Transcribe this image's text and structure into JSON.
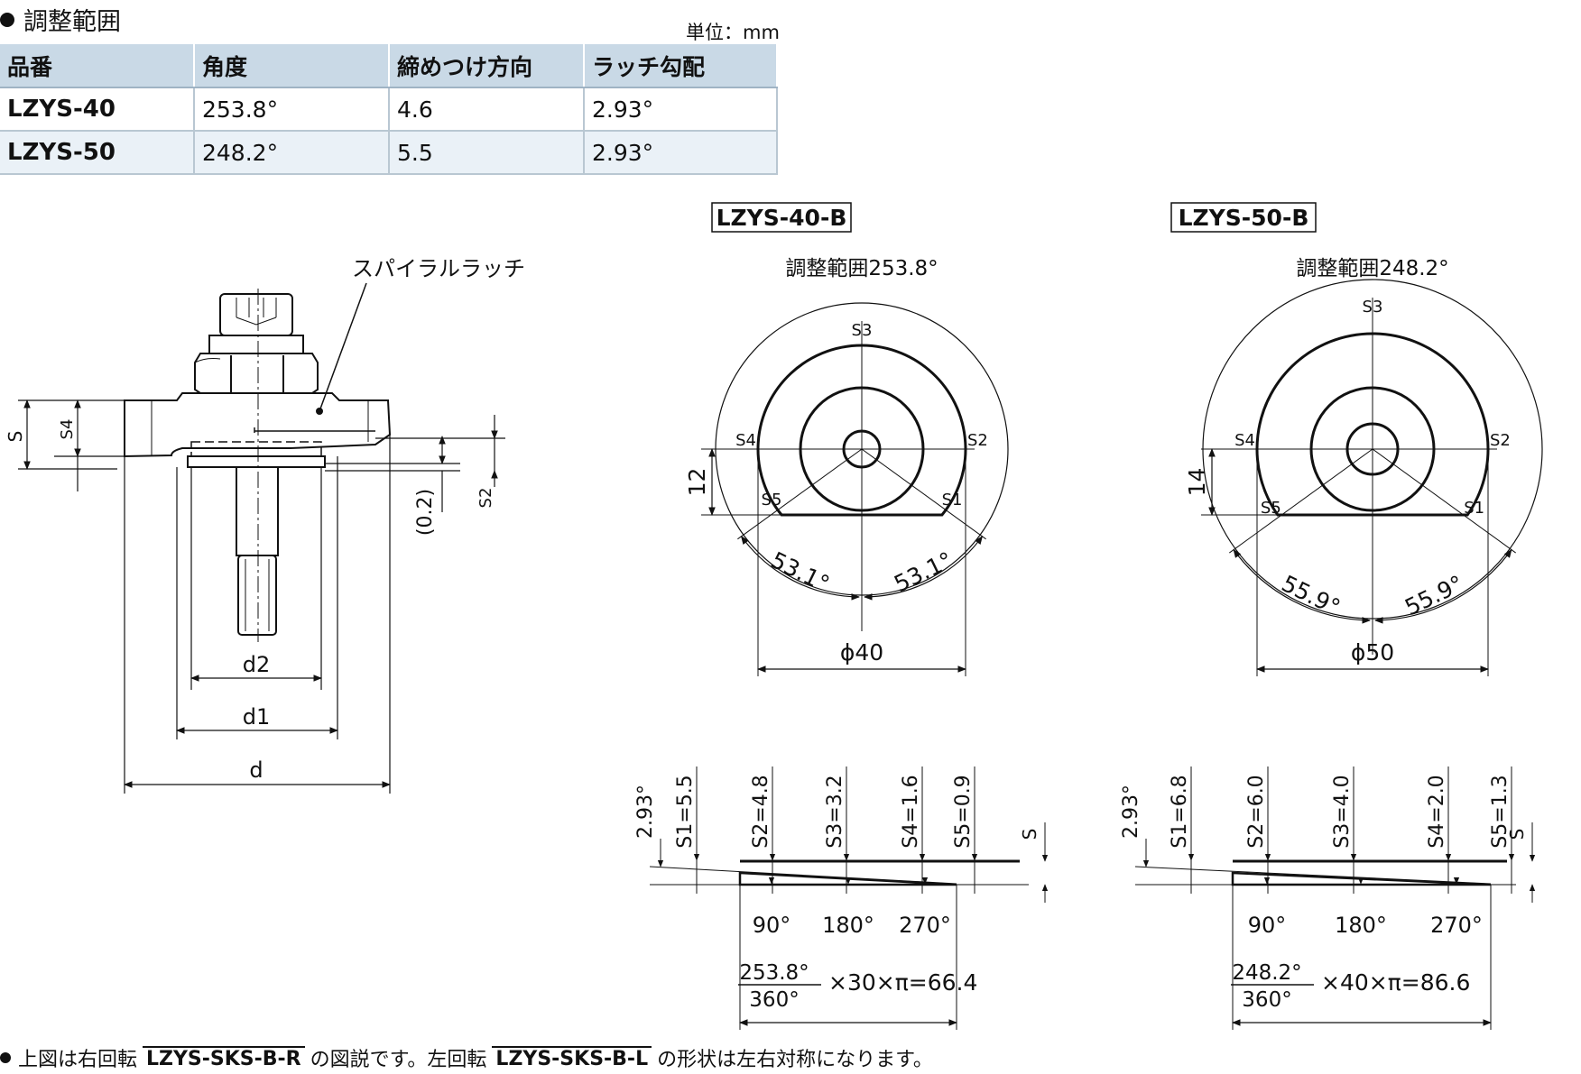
{
  "section": {
    "title": "調整範囲",
    "unit": "単位：mm"
  },
  "table": {
    "headers": [
      "品番",
      "角度",
      "締めつけ方向",
      "ラッチ勾配"
    ],
    "rows": [
      [
        "LZYS-40",
        "253.8°",
        "4.6",
        "2.93°"
      ],
      [
        "LZYS-50",
        "248.2°",
        "5.5",
        "2.93°"
      ]
    ]
  },
  "side_view": {
    "callout": "スパイラルラッチ",
    "labels": {
      "s": "S",
      "s4": "S4",
      "s2": "S2",
      "gap": "(0.2)",
      "d2": "d2",
      "d1": "d1",
      "d": "d"
    }
  },
  "views": [
    {
      "model": "LZYS-40-B",
      "range": "調整範囲253.8°",
      "s_labels": [
        "S1",
        "S2",
        "S3",
        "S4",
        "S5"
      ],
      "height_dim": "12",
      "angle_left": "53.1°",
      "angle_right": "53.1°",
      "diameter": "ϕ40",
      "slope_angle": "2.93°",
      "s_values": [
        "S1=5.5",
        "S2=4.8",
        "S3=3.2",
        "S4=1.6",
        "S5=0.9"
      ],
      "s_label": "S",
      "angle_ticks": [
        "90°",
        "180°",
        "270°"
      ],
      "formula_num": "253.8°",
      "formula_den": "360°",
      "formula_rest": "×30×π=66.4"
    },
    {
      "model": "LZYS-50-B",
      "range": "調整範囲248.2°",
      "s_labels": [
        "S1",
        "S2",
        "S3",
        "S4",
        "S5"
      ],
      "height_dim": "14",
      "angle_left": "55.9°",
      "angle_right": "55.9°",
      "diameter": "ϕ50",
      "slope_angle": "2.93°",
      "s_values": [
        "S1=6.8",
        "S2=6.0",
        "S3=4.0",
        "S4=2.0",
        "S5=1.3"
      ],
      "s_label": "S",
      "angle_ticks": [
        "90°",
        "180°",
        "270°"
      ],
      "formula_num": "248.2°",
      "formula_den": "360°",
      "formula_rest": "×40×π=86.6"
    }
  ],
  "footnote": {
    "t1": "上図は右回転",
    "code_r": "LZYS-SKS-B-R",
    "t2": "の図説です。左回転",
    "code_l": "LZYS-SKS-B-L",
    "t3": "の形状は左右対称になります。"
  }
}
